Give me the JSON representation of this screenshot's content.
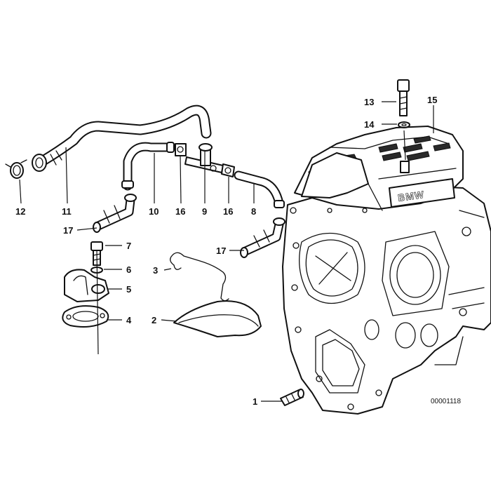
{
  "callouts": {
    "c1": "1",
    "c2": "2",
    "c3": "3",
    "c4": "4",
    "c5": "5",
    "c6": "6",
    "c7": "7",
    "c8": "8",
    "c9": "9",
    "c10": "10",
    "c11": "11",
    "c12": "12",
    "c13": "13",
    "c14": "14",
    "c15": "15",
    "c16a": "16",
    "c16b": "16",
    "c17a": "17",
    "c17b": "17"
  },
  "logo_text": "BMW",
  "reference_number": "00001118",
  "colors": {
    "ink": "#111111",
    "paper": "#ffffff"
  }
}
